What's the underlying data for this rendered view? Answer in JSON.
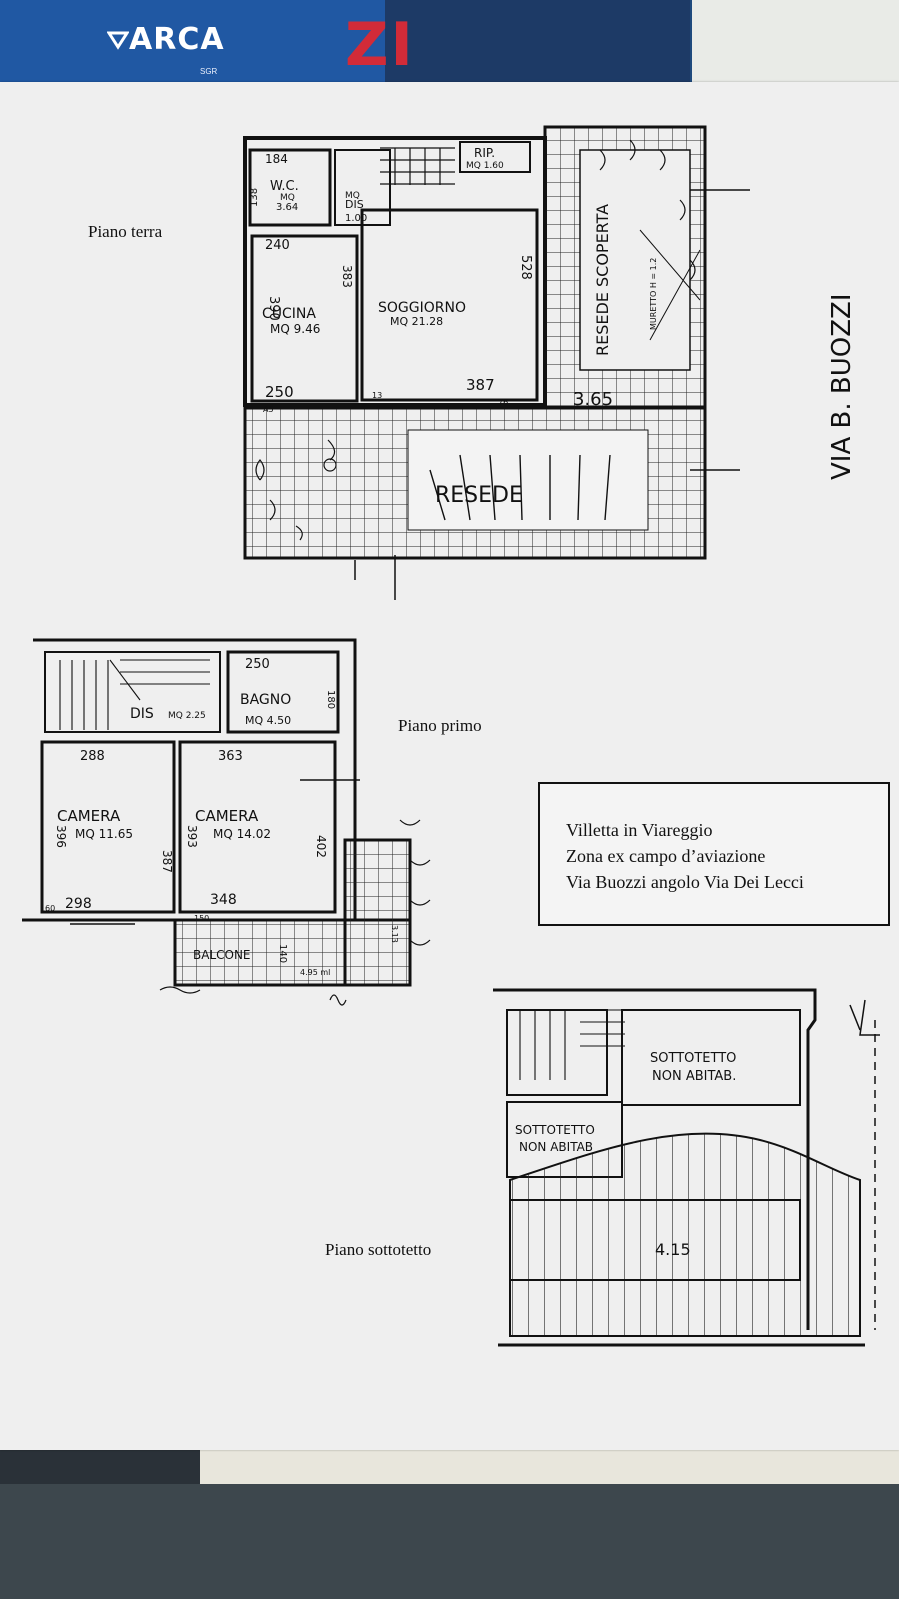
{
  "brand": {
    "logo_text": "ARCA",
    "logo_sub": "SGR",
    "red_text": "ZI"
  },
  "captions": {
    "ground": "Piano terra",
    "first": "Piano primo",
    "attic": "Piano sottotetto"
  },
  "street_label": "VIA B. BUOZZI",
  "info_box": {
    "line1": "Villetta in Viareggio",
    "line2": "Zona ex campo d’aviazione",
    "line3": "Via Buozzi angolo Via Dei Lecci"
  },
  "ground_floor": {
    "wc_width": "184",
    "wc_height": "138",
    "wc_label": "W.C.",
    "wc_area_label": "MQ",
    "wc_area": "3.64",
    "dis_label": "DIS",
    "dis_area_label": "MQ",
    "dis_area": "1.00",
    "rip_label": "RIP.",
    "rip_area": "MQ 1.60",
    "kitchen_width": "240",
    "kitchen_height": "390",
    "kitchen_label": "CUCINA",
    "kitchen_area": "MQ 9.46",
    "kitchen_bottom": "250",
    "living_side": "383",
    "living_height": "528",
    "living_label": "SOGGIORNO",
    "living_area": "MQ 21.28",
    "living_bottom": "387",
    "resede_dim": "3.65",
    "resede_label": "RESEDE SCOPERTA",
    "resede_sub": "MURETTO H = 1.2",
    "resede_bottom": "RESEDE",
    "small_a": "A5",
    "small_b": "13",
    "small_c": "76"
  },
  "first_floor": {
    "bath_width": "250",
    "bath_label": "BAGNO",
    "bath_area": "MQ 4.50",
    "bath_side": "180",
    "dis_label": "DIS",
    "dis_area": "MQ 2.25",
    "room1_width": "288",
    "room1_label": "CAMERA",
    "room1_area": "MQ 11.65",
    "room1_left": "396",
    "room1_right": "387",
    "room1_bottom": "298",
    "room1_small": "60",
    "room2_width": "363",
    "room2_label": "CAMERA",
    "room2_area": "MQ 14.02",
    "room2_left": "393",
    "room2_right": "402",
    "room2_bottom": "348",
    "small_150": "150",
    "balcony_label": "BALCONE",
    "balcony_dim": "140",
    "balcony_length": "4.95 ml",
    "balcony_side": "3.13"
  },
  "attic": {
    "label_a": "SOTTOTETTO",
    "label_a2": "NON ABITAB.",
    "label_b": "SOTTOTETTO",
    "label_b2": "NON ABITAB",
    "height": "4.15"
  }
}
